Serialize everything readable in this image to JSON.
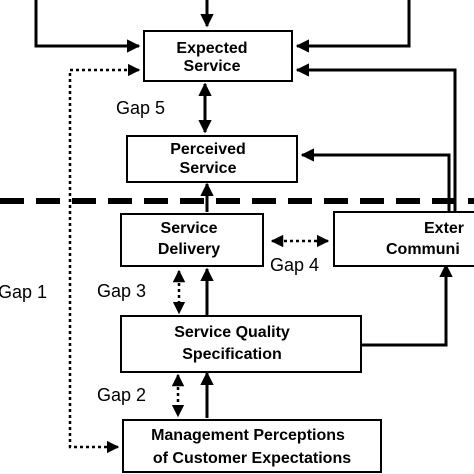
{
  "diagram": {
    "boxes": {
      "expected_service": {
        "line1": "Expected",
        "line2": "Service"
      },
      "perceived_service": {
        "line1": "Perceived",
        "line2": "Service"
      },
      "service_delivery": {
        "line1": "Service",
        "line2": "Delivery"
      },
      "external_communications": {
        "line1": "Exter",
        "line2": "Communi"
      },
      "service_quality_specification": {
        "line1": "Service Quality",
        "line2": "Specification"
      },
      "management_perceptions": {
        "line1": "Management Perceptions",
        "line2": "of Customer Expectations"
      }
    },
    "gaps": {
      "gap1": "Gap 1",
      "gap2": "Gap 2",
      "gap3": "Gap 3",
      "gap4": "Gap 4",
      "gap5": "Gap 5"
    },
    "colors": {
      "line": "#000000",
      "background": "#ffffff"
    }
  }
}
